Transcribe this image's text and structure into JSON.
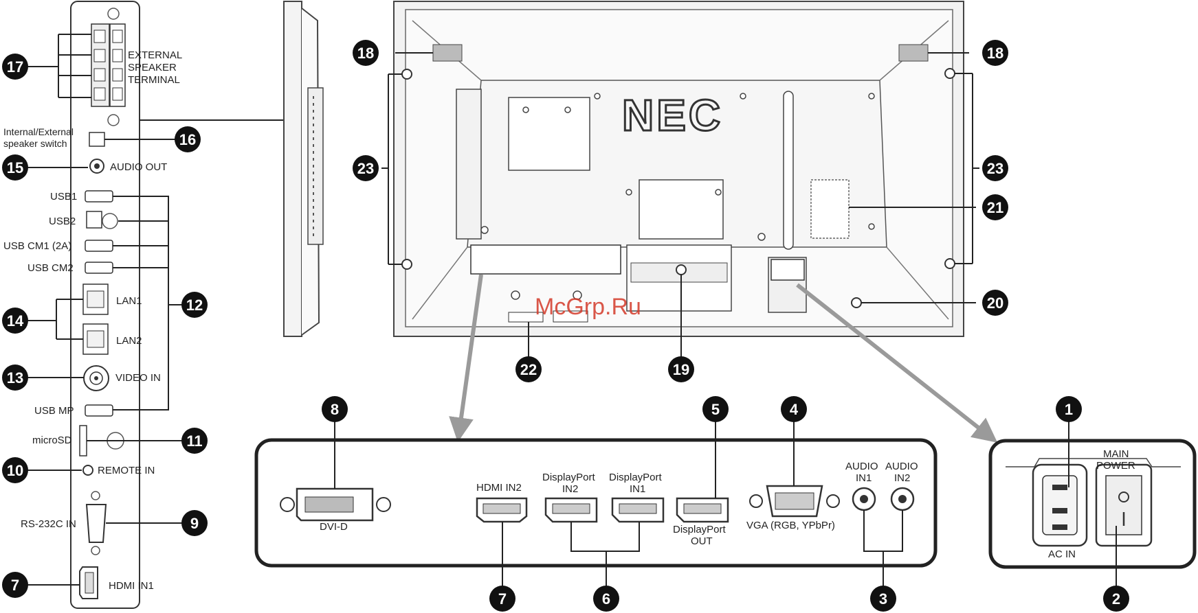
{
  "side_panel": {
    "external_speaker_terminal": [
      "EXTERNAL",
      "SPEAKER",
      "TERMINAL"
    ],
    "speaker_switch": [
      "Internal/External",
      "speaker switch"
    ],
    "audio_out": "AUDIO OUT",
    "usb1": "USB1",
    "usb2": "USB2",
    "usb_cm1": "USB CM1 (2A)",
    "usb_cm2": "USB CM2",
    "lan1": "LAN1",
    "lan2": "LAN2",
    "video_in": "VIDEO IN",
    "usb_mp": "USB MP",
    "microsd": "microSD",
    "remote_in": "REMOTE IN",
    "rs232c_in": "RS-232C IN",
    "hdmi_in1": "HDMI IN1"
  },
  "rear": {
    "logo": "NEC",
    "watermark": "McGrp.Ru"
  },
  "bottom_panel": {
    "dvi_d": "DVI-D",
    "hdmi_in2": "HDMI IN2",
    "displayport_in2": [
      "DisplayPort",
      "IN2"
    ],
    "displayport_in1": [
      "DisplayPort",
      "IN1"
    ],
    "displayport_out": [
      "DisplayPort",
      "OUT"
    ],
    "vga": "VGA (RGB, YPbPr)",
    "audio_in1": [
      "AUDIO",
      "IN1"
    ],
    "audio_in2": [
      "AUDIO",
      "IN2"
    ]
  },
  "power_panel": {
    "main_power": [
      "MAIN",
      "POWER"
    ],
    "ac_in": "AC IN"
  },
  "callouts": {
    "n1": "1",
    "n2": "2",
    "n3": "3",
    "n4": "4",
    "n5": "5",
    "n6": "6",
    "n7": "7",
    "n7b": "7",
    "n8": "8",
    "n9": "9",
    "n10": "10",
    "n11": "11",
    "n12": "12",
    "n13": "13",
    "n14": "14",
    "n15": "15",
    "n16": "16",
    "n17": "17",
    "n18": "18",
    "n18b": "18",
    "n19": "19",
    "n20": "20",
    "n21": "21",
    "n22": "22",
    "n23": "23",
    "n23b": "23"
  }
}
